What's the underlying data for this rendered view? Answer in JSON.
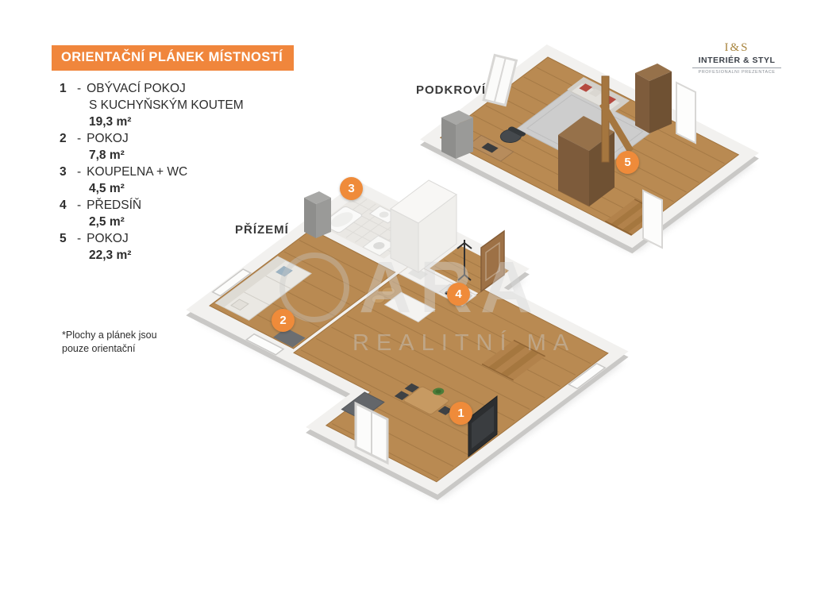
{
  "header": {
    "title": "ORIENTAČNÍ PLÁNEK MÍSTNOSTÍ"
  },
  "legend": {
    "separator": "-",
    "items": [
      {
        "num": "1",
        "line1": "OBÝVACÍ POKOJ",
        "line2": "S KUCHYŇSKÝM KOUTEM",
        "area": "19,3 m²"
      },
      {
        "num": "2",
        "line1": "POKOJ",
        "area": "7,8 m²"
      },
      {
        "num": "3",
        "line1": "KOUPELNA + WC",
        "area": "4,5 m²"
      },
      {
        "num": "4",
        "line1": "PŘEDSÍŇ",
        "area": "2,5 m²"
      },
      {
        "num": "5",
        "line1": "POKOJ",
        "area": "22,3 m²"
      }
    ]
  },
  "footnote": {
    "line1": "*Plochy a plánek jsou",
    "line2": "pouze orientační"
  },
  "floors": {
    "attic_label": "PODKROVÍ",
    "ground_label": "PŘÍZEMÍ"
  },
  "badges": {
    "b1": "1",
    "b2": "2",
    "b3": "3",
    "b4": "4",
    "b5": "5"
  },
  "logo": {
    "monogram": "I&S",
    "name": "INTERIÉR & STYL",
    "tagline": "PROFESIONALNI PREZENTACE"
  },
  "watermark": {
    "line1": "ARA",
    "line2": "REALITNÍ MA"
  },
  "colors": {
    "accent": "#EF8B3A",
    "wood": "#B98A52",
    "wall": "#F2F1EF",
    "text": "#2D2D2D"
  }
}
